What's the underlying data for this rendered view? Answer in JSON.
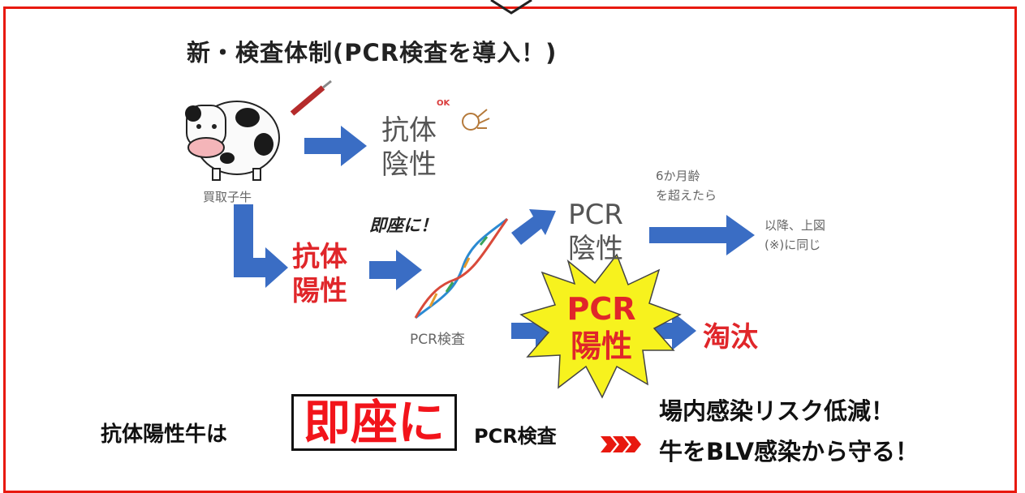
{
  "title": "新・検査体制(PCR検査を導入！)",
  "calf_label": "買取子牛",
  "antibody_negative": {
    "line1": "抗体",
    "line2": "陰性"
  },
  "ok_badge": "OK",
  "antibody_positive": {
    "line1": "抗体",
    "line2": "陽性"
  },
  "immediately_label": "即座に！",
  "pcr_test_label": "PCR検査",
  "pcr_negative": {
    "line1": "PCR",
    "line2": "陰性"
  },
  "six_months": {
    "line1": "6か月齢",
    "line2": "を超えたら"
  },
  "thereafter": {
    "line1": "以降、上図",
    "line2": "(※)に同じ"
  },
  "pcr_positive": {
    "line1": "PCR",
    "line2": "陽性"
  },
  "culling": "淘汰",
  "bottom": {
    "prefix": "抗体陽性牛は",
    "boxed": "即座に",
    "pcr": "PCR検査",
    "result_line1": "場内感染リスク低減！",
    "result_line2": "牛をBLV感染から守る！"
  },
  "colors": {
    "frame": "#e8190f",
    "arrow": "#3a6dc4",
    "red_text": "#e0262a",
    "starburst": "#f7f21e"
  }
}
